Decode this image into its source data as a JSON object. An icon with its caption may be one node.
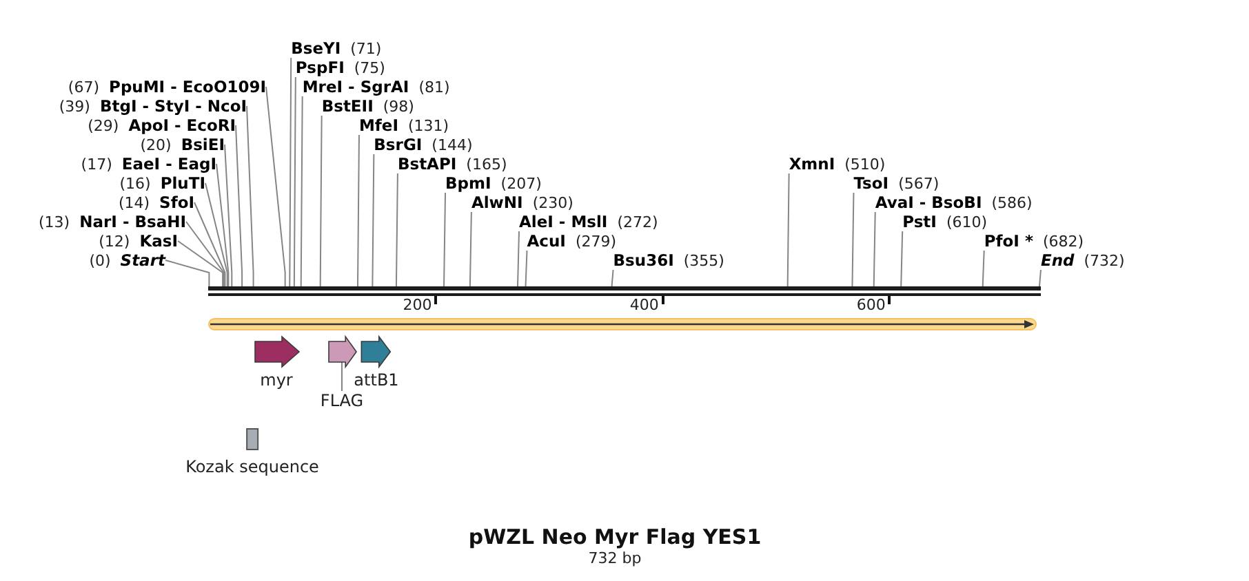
{
  "diagram": {
    "title": "pWZL Neo Myr Flag YES1",
    "caption": "732 bp",
    "nodes": [
      {
        "text": [
          "(67)",
          "PpuMI - EcoO109I"
        ]
      },
      {
        "text": [
          "MfeI",
          "(131)"
        ]
      },
      {
        "text": [
          "BsrGI",
          "(144)"
        ]
      },
      {
        "text": [
          "(39)",
          "BtgI - StyI - NcoI"
        ]
      },
      {
        "text": [
          "(29)",
          "ApoI - EcoRI"
        ]
      },
      {
        "text": [
          "BstAPI",
          "(165)"
        ]
      },
      {
        "text": [
          "(20)",
          "BsiEI"
        ]
      },
      {
        "text": [
          "BpmI",
          "(207)"
        ]
      },
      {
        "text": [
          "(17)",
          "EaeI - EagI"
        ]
      },
      {
        "text": [
          "AvaI - BsoBI",
          "(586)"
        ]
      },
      {
        "text": [
          "(16)",
          "PluTI"
        ]
      },
      {
        "text": [
          "AlwNI",
          "(230)"
        ]
      },
      {
        "text": [
          "(14)",
          "SfoI"
        ]
      },
      {
        "text": [
          "BseYI",
          "(71)"
        ]
      },
      {
        "text": [
          "PstI",
          "(610)"
        ]
      },
      {
        "text": [
          "AleI - MslI",
          "(272)"
        ]
      },
      {
        "text": [
          "(13)",
          "NarI - BsaHI"
        ]
      },
      {
        "text": [
          "PspFI",
          "(75)"
        ]
      },
      {
        "text": [
          "AcuI",
          "(279)"
        ]
      },
      {
        "text": [
          "XmnI",
          "(510)"
        ]
      },
      {
        "text": [
          "PfoI *",
          "(682)"
        ]
      },
      {
        "text": [
          "(12)",
          "KasI"
        ]
      },
      {
        "text": [
          "MreI - SgrAI",
          "(81)"
        ]
      },
      {
        "text": [
          "(0)",
          "Start"
        ]
      },
      {
        "text": [
          "BstEII",
          "(98)"
        ]
      },
      {
        "text": [
          "Bsu36I",
          "(355)"
        ]
      },
      {
        "text": [
          "TsoI",
          "(567)"
        ]
      },
      {
        "text": [
          "End",
          "(732)"
        ]
      },
      {
        "text": [],
        "shape": "bar"
      },
      {
        "text": [],
        "shape": "arrow"
      },
      {
        "text": [
          "myr"
        ]
      },
      {
        "text": [],
        "shape": "arrow"
      },
      {
        "text": [
          "attB1"
        ]
      },
      {
        "text": [
          "FLAG"
        ]
      },
      {
        "text": [
          "Kozak sequence"
        ]
      }
    ],
    "edges": [
      {
        "from": 0,
        "to": 28,
        "arrow": "none"
      },
      {
        "from": 1,
        "to": 28,
        "arrow": "none"
      },
      {
        "from": 2,
        "to": 28,
        "arrow": "none"
      },
      {
        "from": 3,
        "to": 28,
        "arrow": "none"
      },
      {
        "from": 4,
        "to": 28,
        "arrow": "none"
      },
      {
        "from": 5,
        "to": 28,
        "arrow": "none"
      },
      {
        "from": 6,
        "to": 28,
        "arrow": "none"
      },
      {
        "from": 7,
        "to": 28,
        "arrow": "none"
      },
      {
        "from": 8,
        "to": 28,
        "arrow": "none"
      },
      {
        "from": 9,
        "to": 28,
        "arrow": "none"
      },
      {
        "from": 10,
        "to": 28,
        "arrow": "none"
      },
      {
        "from": 11,
        "to": 28,
        "arrow": "none"
      },
      {
        "from": 12,
        "to": 28,
        "arrow": "none"
      },
      {
        "from": 13,
        "to": 28,
        "arrow": "none"
      },
      {
        "from": 14,
        "to": 28,
        "arrow": "none"
      },
      {
        "from": 15,
        "to": 28,
        "arrow": "none"
      },
      {
        "from": 16,
        "to": 28,
        "arrow": "none"
      },
      {
        "from": 17,
        "to": 28,
        "arrow": "none"
      },
      {
        "from": 18,
        "to": 28,
        "arrow": "none"
      },
      {
        "from": 19,
        "to": 28,
        "arrow": "none"
      },
      {
        "from": 20,
        "to": 28,
        "arrow": "none"
      },
      {
        "from": 21,
        "to": 28,
        "arrow": "none"
      },
      {
        "from": 22,
        "to": 28,
        "arrow": "none"
      },
      {
        "from": 23,
        "to": 28,
        "arrow": "none"
      },
      {
        "from": 24,
        "to": 28,
        "arrow": "none"
      },
      {
        "from": 25,
        "to": 28,
        "arrow": "none"
      },
      {
        "from": 26,
        "to": 28,
        "arrow": "none"
      },
      {
        "from": 27,
        "to": 28,
        "arrow": "none"
      },
      {
        "from": 33,
        "to": 31,
        "arrow": "none"
      }
    ],
    "labels": [
      "200",
      "400",
      "600"
    ]
  }
}
